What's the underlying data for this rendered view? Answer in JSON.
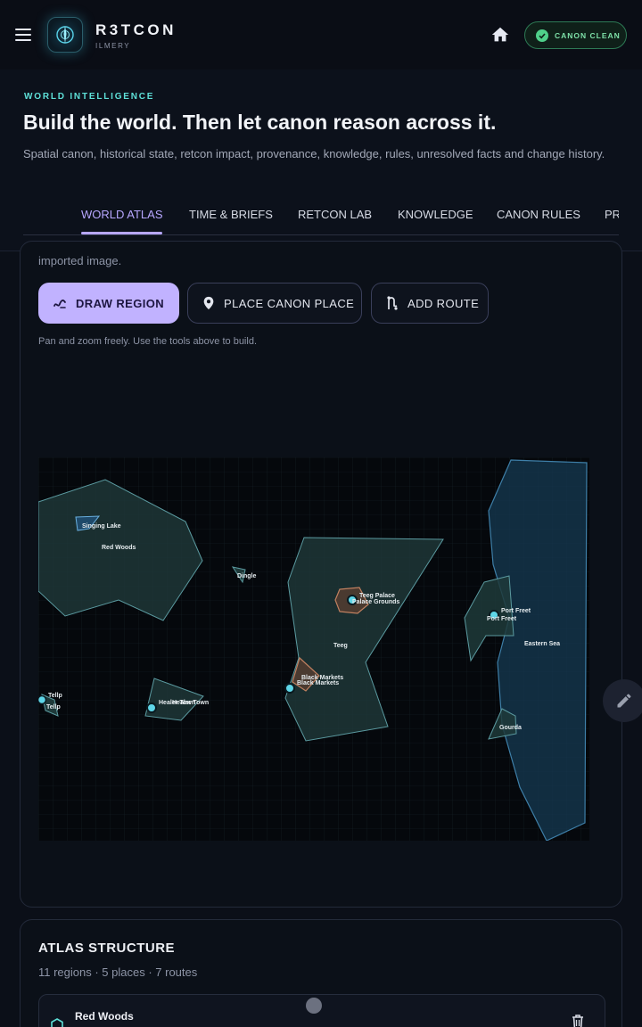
{
  "app": {
    "title": "R3TCON",
    "subtitle": "ILMERY",
    "status_chip": "CANON CLEAN"
  },
  "header": {
    "eyebrow": "WORLD INTELLIGENCE",
    "headline": "Build the world. Then let canon reason across it.",
    "description": "Spatial canon, historical state, retcon impact, provenance, knowledge, rules, unresolved facts and change history."
  },
  "tabs": [
    {
      "label": "WORLD ATLAS",
      "active": true
    },
    {
      "label": "TIME & BRIEFS",
      "active": false
    },
    {
      "label": "RETCON LAB",
      "active": false
    },
    {
      "label": "KNOWLEDGE",
      "active": false
    },
    {
      "label": "CANON RULES",
      "active": false
    },
    {
      "label": "PR",
      "active": false
    }
  ],
  "map_panel": {
    "import_text": "imported image.",
    "draw_region": "DRAW REGION",
    "place_canon_place": "PLACE CANON PLACE",
    "add_route": "ADD ROUTE",
    "hint": "Pan and zoom freely. Use the tools above to build."
  },
  "map_labels": {
    "singing_lake": "Singing Lake",
    "red_woods": "Red Woods",
    "dingle": "Dingle",
    "teeg_palace": "Teeg Palace",
    "palace_grounds": "Palace Grounds",
    "teeg": "Teeg",
    "black_markets_1": "Black Markets",
    "black_markets_2": "Black Markets",
    "port_freet_1": "Port Freet",
    "port_freet_2": "Port Freet",
    "eastern_sea": "Eastern Sea",
    "tellp_1": "Tellp",
    "tellp_2": "Tellp",
    "healer_town_1": "Healer Town",
    "healer_town_2": "Healer Town",
    "gourda": "Gourda"
  },
  "structure": {
    "title": "ATLAS STRUCTURE",
    "counts": "11 regions · 5 places · 7 routes",
    "first_region": "Red Woods"
  },
  "colors": {
    "accent": "#c1b2ff",
    "teal": "#5ee0d8",
    "canon_green": "#4fd08a",
    "region_fill": "#1f3a3a",
    "sea_fill": "#163a52"
  },
  "icons": [
    "menu-icon",
    "logo-icon",
    "home-icon",
    "check-circle-icon",
    "draw-icon",
    "pin-icon",
    "route-icon",
    "edit-icon",
    "hexagon-icon",
    "trash-icon"
  ]
}
